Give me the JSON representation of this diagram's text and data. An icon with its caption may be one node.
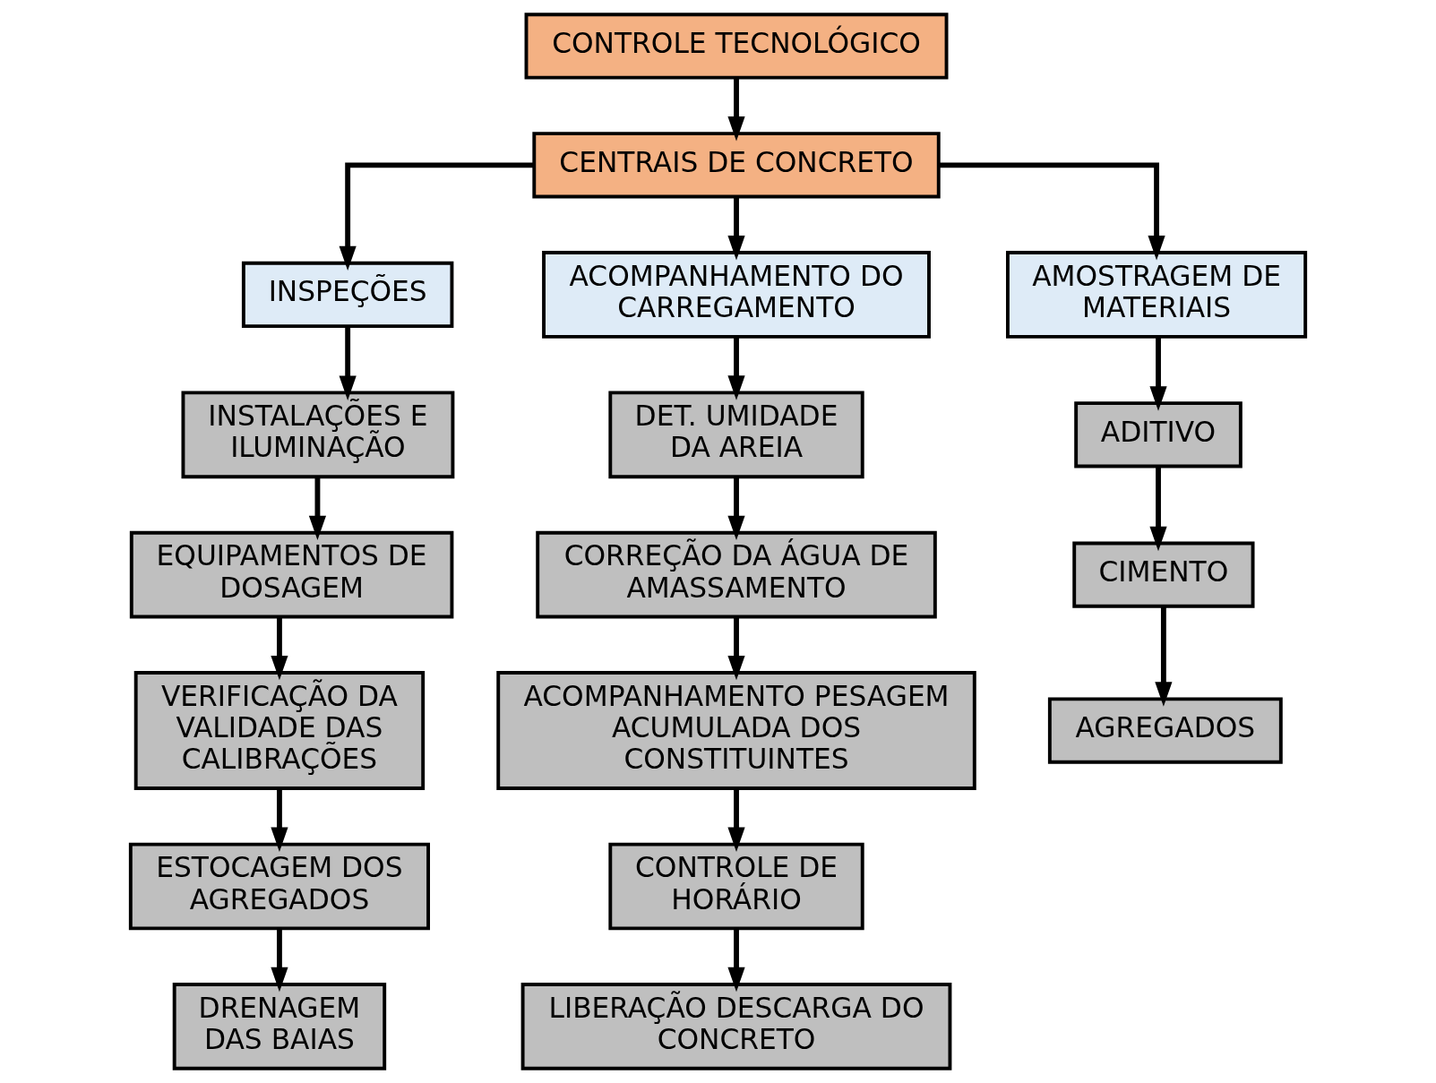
{
  "diagram": {
    "nodes": [
      {
        "text": [
          "CONTROLE TECNOLÓGICO"
        ]
      },
      {
        "text": [
          "CENTRAIS DE CONCRETO"
        ]
      },
      {
        "text": [
          "INSPEÇÕES"
        ]
      },
      {
        "text": [
          "ACOMPANHAMENTO DO CARREGAMENTO"
        ]
      },
      {
        "text": [
          "AMOSTRAGEM DE MATERIAIS"
        ]
      },
      {
        "text": [
          "INSTALAÇÕES E ILUMINAÇÃO"
        ]
      },
      {
        "text": [
          "EQUIPAMENTOS DE DOSAGEM"
        ]
      },
      {
        "text": [
          "VERIFICAÇÃO DA VALIDADE DAS CALIBRAÇÕES"
        ]
      },
      {
        "text": [
          "ESTOCAGEM DOS AGREGADOS"
        ]
      },
      {
        "text": [
          "DRENAGEM DAS BAIAS"
        ]
      },
      {
        "text": [
          "DET. UMIDADE DA AREIA"
        ]
      },
      {
        "text": [
          "CORREÇÃO DA ÁGUA DE AMASSAMENTO"
        ]
      },
      {
        "text": [
          "ACOMPANHAMENTO PESAGEM ACUMULADA DOS CONSTITUINTES"
        ]
      },
      {
        "text": [
          "CONTROLE DE HORÁRIO"
        ]
      },
      {
        "text": [
          "LIBERAÇÃO DESCARGA DO CONCRETO"
        ]
      },
      {
        "text": [
          "ADITIVO"
        ]
      },
      {
        "text": [
          "CIMENTO"
        ]
      },
      {
        "text": [
          "AGREGADOS"
        ]
      }
    ],
    "edges": [
      {
        "from": 0,
        "to": 1,
        "arrow": "to"
      },
      {
        "from": 1,
        "to": 2,
        "arrow": "to"
      },
      {
        "from": 1,
        "to": 3,
        "arrow": "to"
      },
      {
        "from": 1,
        "to": 4,
        "arrow": "to"
      },
      {
        "from": 2,
        "to": 5,
        "arrow": "to"
      },
      {
        "from": 5,
        "to": 6,
        "arrow": "to"
      },
      {
        "from": 6,
        "to": 7,
        "arrow": "to"
      },
      {
        "from": 7,
        "to": 8,
        "arrow": "to"
      },
      {
        "from": 8,
        "to": 9,
        "arrow": "to"
      },
      {
        "from": 3,
        "to": 10,
        "arrow": "to"
      },
      {
        "from": 10,
        "to": 11,
        "arrow": "to"
      },
      {
        "from": 11,
        "to": 12,
        "arrow": "to"
      },
      {
        "from": 12,
        "to": 13,
        "arrow": "to"
      },
      {
        "from": 13,
        "to": 14,
        "arrow": "to"
      },
      {
        "from": 4,
        "to": 15,
        "arrow": "to"
      },
      {
        "from": 15,
        "to": 16,
        "arrow": "to"
      },
      {
        "from": 16,
        "to": 17,
        "arrow": "to"
      }
    ]
  }
}
